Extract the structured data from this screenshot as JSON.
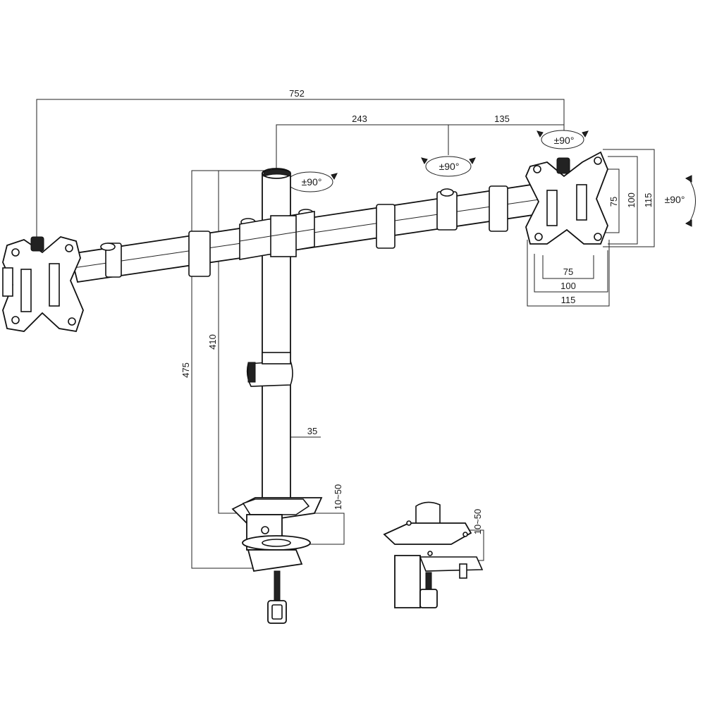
{
  "dimensions": {
    "overall_width": "752",
    "arm_segment": "243",
    "arm_tip": "135",
    "pole_height": "475",
    "arm_height": "410",
    "pole_diameter": "35",
    "clamp_range_a": "10~50",
    "clamp_range_b": "10~50",
    "vesa_v_75": "75",
    "vesa_v_100": "100",
    "vesa_v_115": "115",
    "vesa_h_75": "75",
    "vesa_h_100": "100",
    "vesa_h_115": "115"
  },
  "rotations": {
    "pole_top": "±90°",
    "arm_joint": "±90°",
    "head_tilt": "±90°",
    "side_rotation": "±90°"
  }
}
